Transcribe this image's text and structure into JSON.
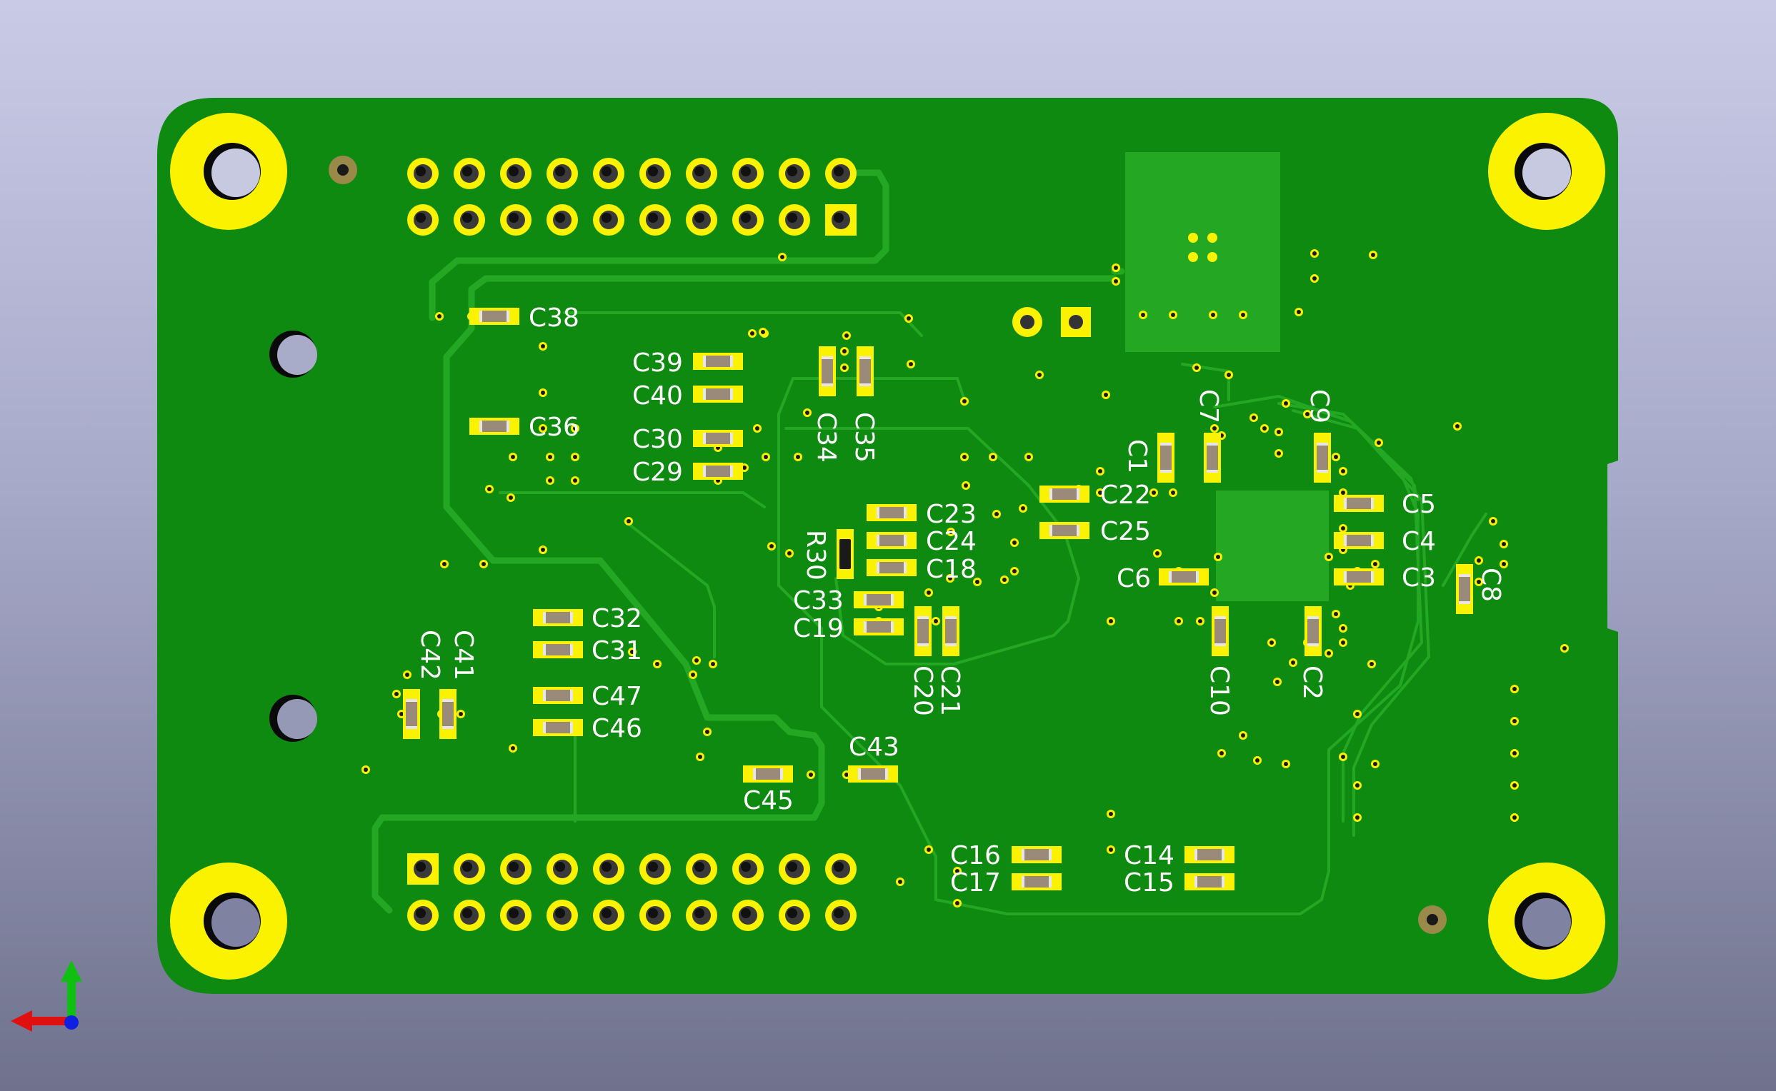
{
  "viewer": {
    "title": "3D Viewer",
    "axes_indicator": {
      "x_color": "#e01010",
      "y_color": "#10c010",
      "z_color": "#1020e0"
    }
  },
  "board": {
    "color": "#0f8a10",
    "trace_color": "#24a824",
    "pad_color": "#fbf200",
    "body_color": "#9a8a7a",
    "silk_color": "#ffffff"
  },
  "components": {
    "C38": "C38",
    "C36": "C36",
    "C39": "C39",
    "C40": "C40",
    "C30": "C30",
    "C29": "C29",
    "C34": "C34",
    "C35": "C35",
    "C23": "C23",
    "C24": "C24",
    "C18": "C18",
    "R30": "R30",
    "C33": "C33",
    "C19": "C19",
    "C20": "C20",
    "C21": "C21",
    "C22": "C22",
    "C25": "C25",
    "C1": "C1",
    "C7": "C7",
    "C9": "C9",
    "C5": "C5",
    "C4": "C4",
    "C3": "C3",
    "C8": "C8",
    "C6": "C6",
    "C10": "C10",
    "C2": "C2",
    "C32": "C32",
    "C31": "C31",
    "C47": "C47",
    "C46": "C46",
    "C42": "C42",
    "C41": "C41",
    "C43": "C43",
    "C45": "C45",
    "C16": "C16",
    "C17": "C17",
    "C14": "C14",
    "C15": "C15"
  }
}
